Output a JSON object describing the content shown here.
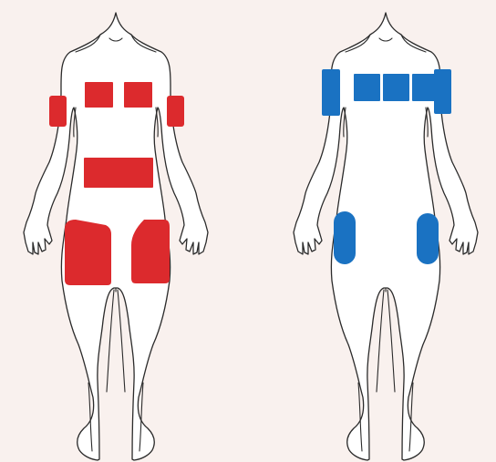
{
  "background": "#f9f1ee",
  "figures": [
    {
      "id": "left",
      "color": "#dc2a2d",
      "zones": [
        "upper-arm-left",
        "upper-back-left",
        "upper-back-right",
        "upper-arm-right",
        "lower-back",
        "buttock-left",
        "buttock-right"
      ]
    },
    {
      "id": "right",
      "color": "#1a72c2",
      "zones": [
        "upper-arm-left",
        "upper-back-left",
        "upper-back-center",
        "upper-back-right",
        "upper-arm-right",
        "hip-left",
        "hip-right"
      ]
    }
  ]
}
